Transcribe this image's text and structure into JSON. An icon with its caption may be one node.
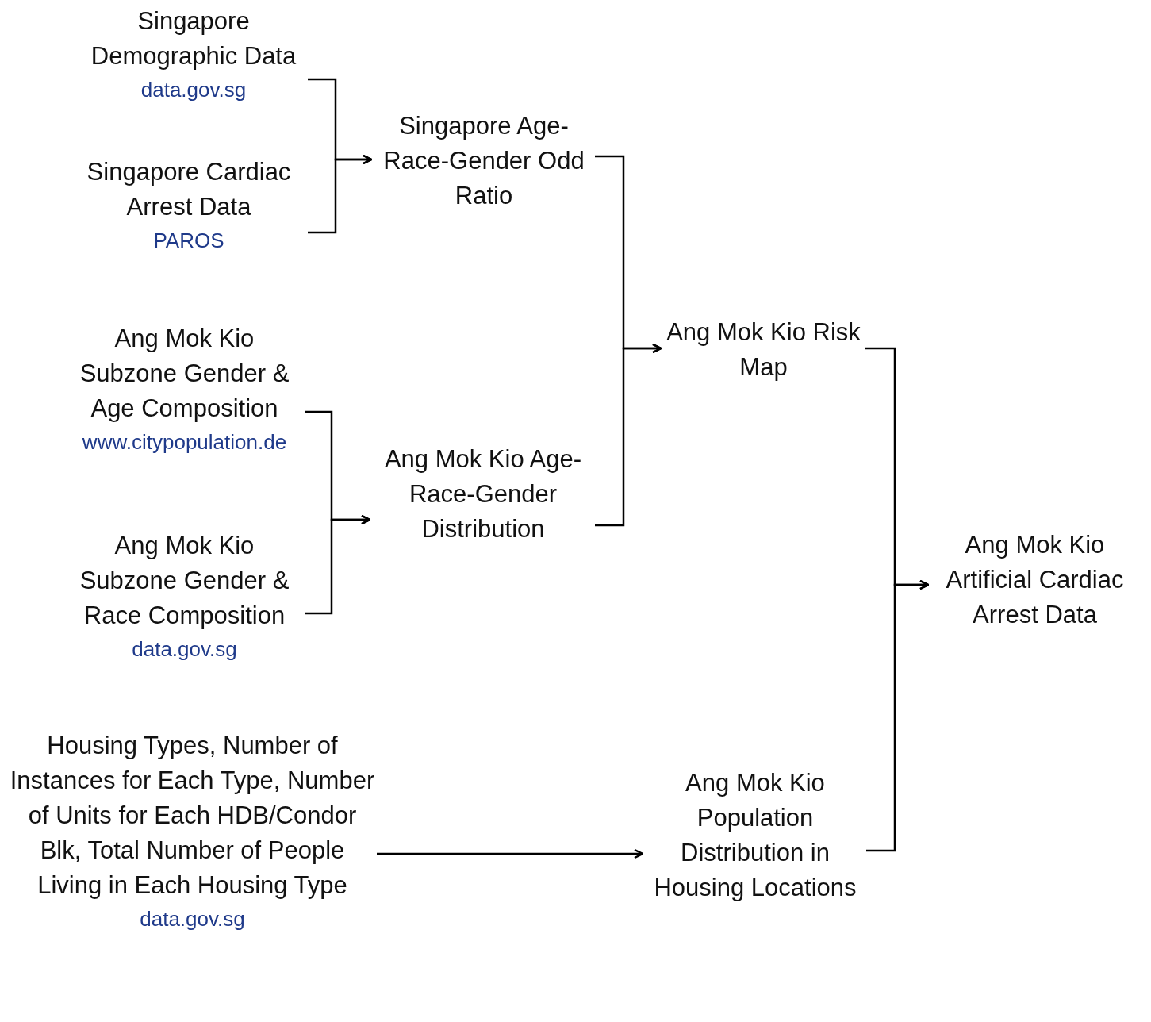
{
  "diagram": {
    "nodes": [
      {
        "text": [
          "Singapore Demographic Data",
          "data.gov.sg"
        ]
      },
      {
        "text": [
          "Singapore Cardiac Arrest Data",
          "PAROS"
        ]
      },
      {
        "text": [
          "Singapore Age-Race-Gender Odd Ratio"
        ]
      },
      {
        "text": [
          "Ang Mok Kio Subzone Gender & Age Composition",
          "www.citypopulation.de"
        ]
      },
      {
        "text": [
          "Ang Mok Kio Subzone Gender & Race Composition",
          "data.gov.sg"
        ]
      },
      {
        "text": [
          "Ang Mok Kio Age-Race-Gender Distribution"
        ]
      },
      {
        "text": [
          "Ang Mok Kio Risk Map"
        ]
      },
      {
        "text": [
          "Housing Types, Number of Instances for Each Type, Number of Units for Each HDB/Condor Blk, Total Number of People Living in Each Housing Type",
          "data.gov.sg"
        ]
      },
      {
        "text": [
          "Ang Mok Kio Population Distribution in Housing Locations"
        ]
      },
      {
        "text": [
          "Ang Mok Kio Artificial Cardiac Arrest Data"
        ]
      }
    ],
    "edges": [
      {
        "from": 0,
        "to": 2,
        "arrow": "to"
      },
      {
        "from": 1,
        "to": 2,
        "arrow": "to"
      },
      {
        "from": 3,
        "to": 5,
        "arrow": "to"
      },
      {
        "from": 4,
        "to": 5,
        "arrow": "to"
      },
      {
        "from": 2,
        "to": 6,
        "arrow": "to"
      },
      {
        "from": 5,
        "to": 6,
        "arrow": "to"
      },
      {
        "from": 6,
        "to": 9,
        "arrow": "to"
      },
      {
        "from": 8,
        "to": 9,
        "arrow": "to"
      },
      {
        "from": 7,
        "to": 8,
        "arrow": "to"
      }
    ]
  }
}
